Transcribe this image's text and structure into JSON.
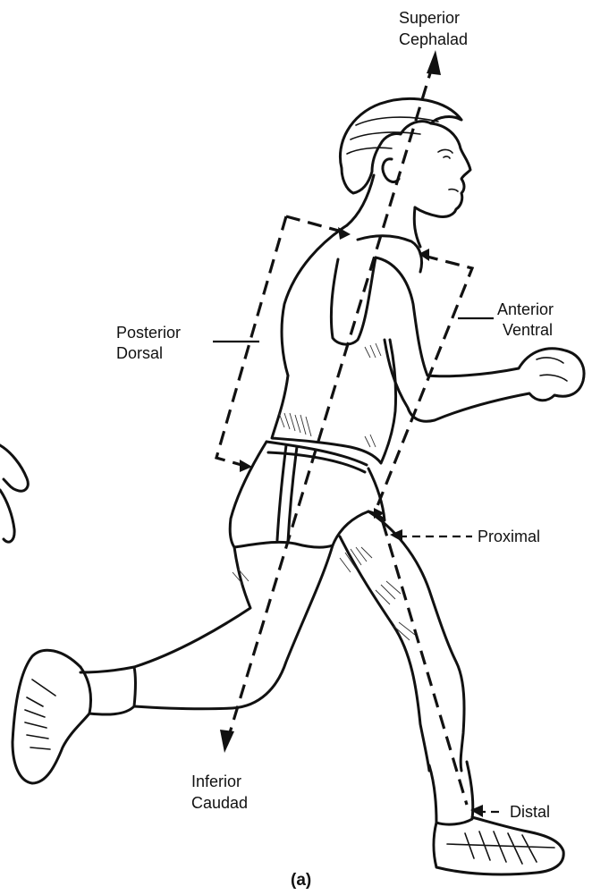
{
  "labels": {
    "superior": "Superior",
    "cephalad": "Cephalad",
    "posterior": "Posterior",
    "dorsal": "Dorsal",
    "anterior": "Anterior",
    "ventral": "Ventral",
    "proximal": "Proximal",
    "inferior": "Inferior",
    "caudad": "Caudad",
    "distal": "Distal"
  },
  "caption": "(a)"
}
